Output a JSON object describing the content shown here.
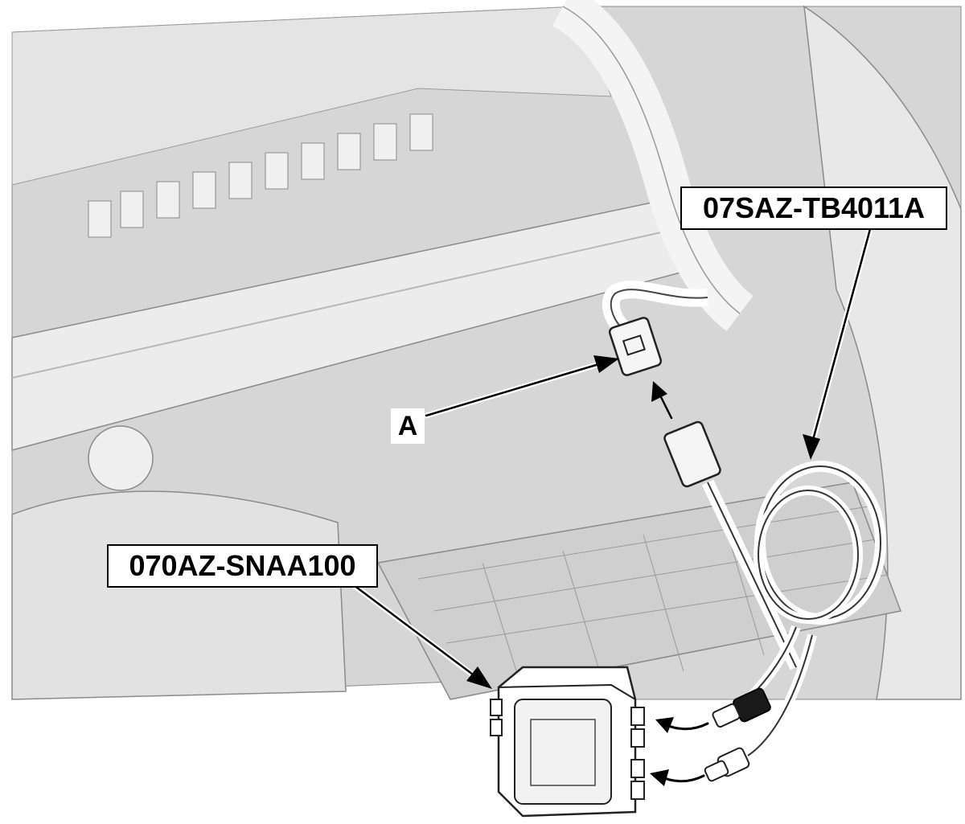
{
  "callouts": {
    "tool_cable": "07SAZ-TB4011A",
    "tool_box": "070AZ-SNAA100",
    "connector": "A"
  },
  "colors": {
    "background": "#ffffff",
    "scene_gray": "#dcdcdc",
    "outline": "#000000"
  }
}
